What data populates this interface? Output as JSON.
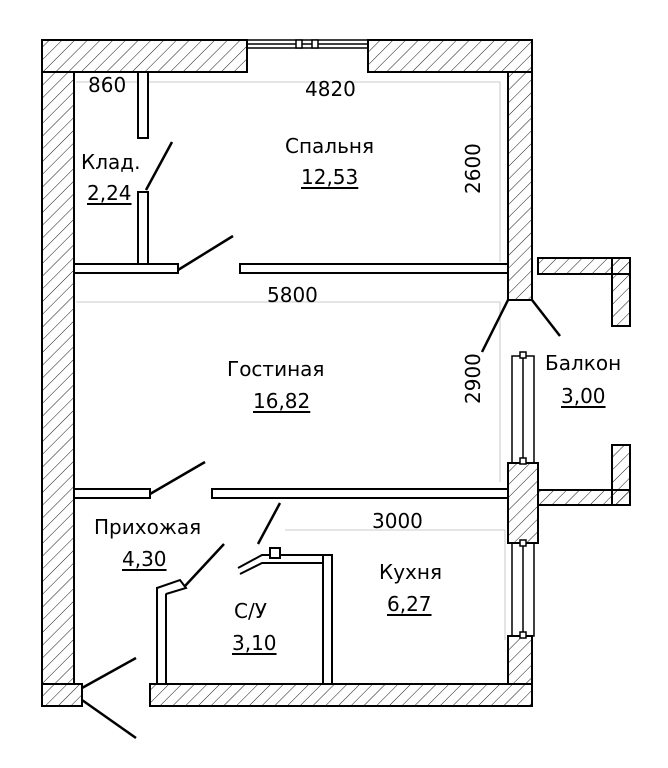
{
  "rooms": {
    "storage": {
      "name": "Клад.",
      "area": "2,24"
    },
    "bedroom": {
      "name": "Спальня",
      "area": "12,53"
    },
    "living": {
      "name": "Гостиная",
      "area": "16,82"
    },
    "hallway": {
      "name": "Прихожая",
      "area": "4,30"
    },
    "bathroom": {
      "name": "С/У",
      "area": "3,10"
    },
    "kitchen": {
      "name": "Кухня",
      "area": "6,27"
    },
    "balcony": {
      "name": "Балкон",
      "area": "3,00"
    }
  },
  "dimensions": {
    "storage_width": "860",
    "bedroom_width": "4820",
    "bedroom_depth": "2600",
    "living_width": "5800",
    "living_depth": "2900",
    "kitchen_width": "3000"
  }
}
